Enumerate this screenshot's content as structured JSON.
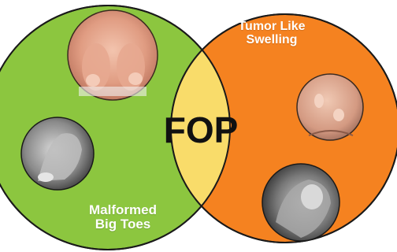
{
  "diagram": {
    "center_label": "FOP",
    "left_label_line1": "Malformed",
    "left_label_line2": "Big Toes",
    "right_label_line1": "Tumor Like",
    "right_label_line2": "Swelling"
  },
  "colors": {
    "left_circle": "#8cc63f",
    "right_circle": "#f58220",
    "overlap": "#f9dc6a",
    "outline": "#1a1a1a",
    "center_text": "#111111",
    "label_text": "#ffffff"
  },
  "photos": {
    "top_left": "feet-photo",
    "mid_left": "foot-photo",
    "top_right": "back-swelling-photo",
    "bottom_right": "neck-swelling-photo"
  }
}
